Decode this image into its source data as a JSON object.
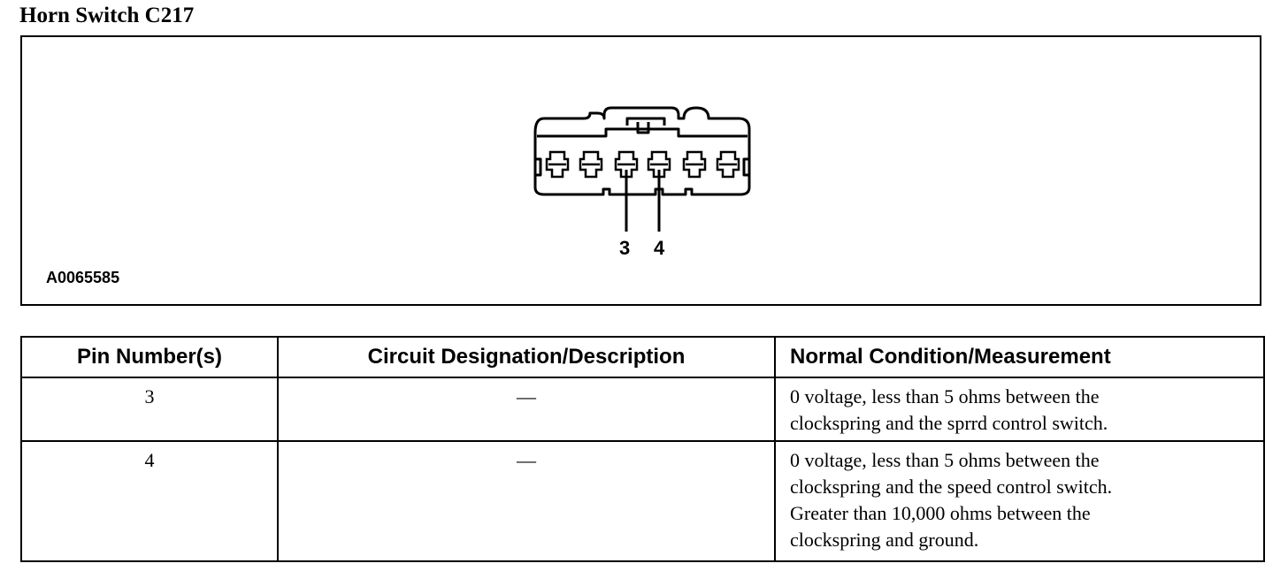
{
  "title": "Horn Switch C217",
  "diagram": {
    "figure_id": "A0065585",
    "pin_labels": [
      "3",
      "4"
    ],
    "connector_icon": "connector-6-pin-icon"
  },
  "table": {
    "headers": [
      "Pin Number(s)",
      "Circuit Designation/Description",
      "Normal Condition/Measurement"
    ],
    "rows": [
      {
        "pin": "3",
        "circuit": "—",
        "measurement": [
          "0 voltage, less than 5 ohms between the",
          "clockspring and the sprrd control switch."
        ]
      },
      {
        "pin": "4",
        "circuit": "—",
        "measurement": [
          "0 voltage, less than 5 ohms between the",
          "clockspring and the speed control switch.",
          "Greater than 10,000 ohms between the",
          "clockspring and ground."
        ]
      }
    ]
  }
}
